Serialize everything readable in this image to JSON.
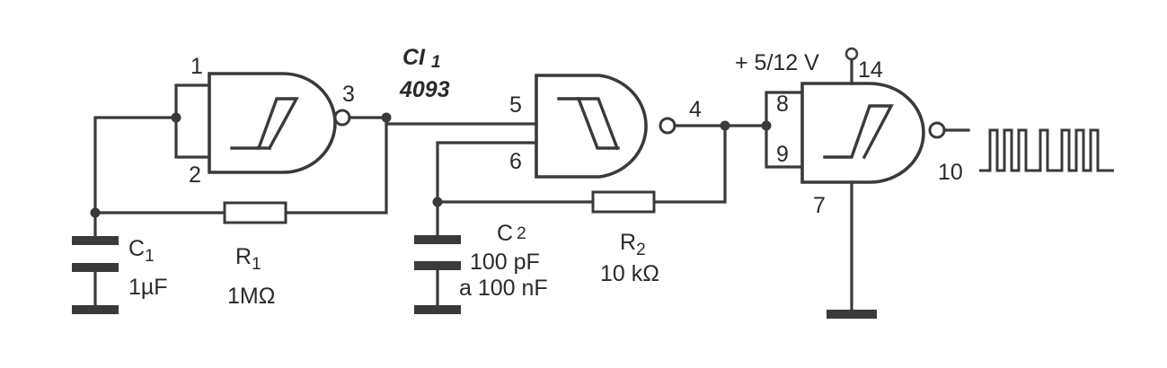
{
  "ic": {
    "name": "CI",
    "name_index": "1",
    "part": "4093"
  },
  "supply": {
    "label": "+ 5/12 V",
    "pin": "14"
  },
  "pins": {
    "g1_in_a": "1",
    "g1_in_b": "2",
    "g1_out": "3",
    "g2_in_a": "5",
    "g2_in_b": "6",
    "g2_out": "4",
    "g3_in_a": "8",
    "g3_in_b": "9",
    "g3_out": "10",
    "gnd": "7"
  },
  "c1": {
    "name": "C",
    "sub": "1",
    "value": "1µF"
  },
  "r1": {
    "name": "R",
    "sub": "1",
    "value": "1MΩ"
  },
  "c2": {
    "name": "C",
    "sub": "2",
    "value1": "100 pF",
    "value2": "a 100 nF"
  },
  "r2": {
    "name": "R",
    "sub": "2",
    "value": "10 kΩ"
  }
}
